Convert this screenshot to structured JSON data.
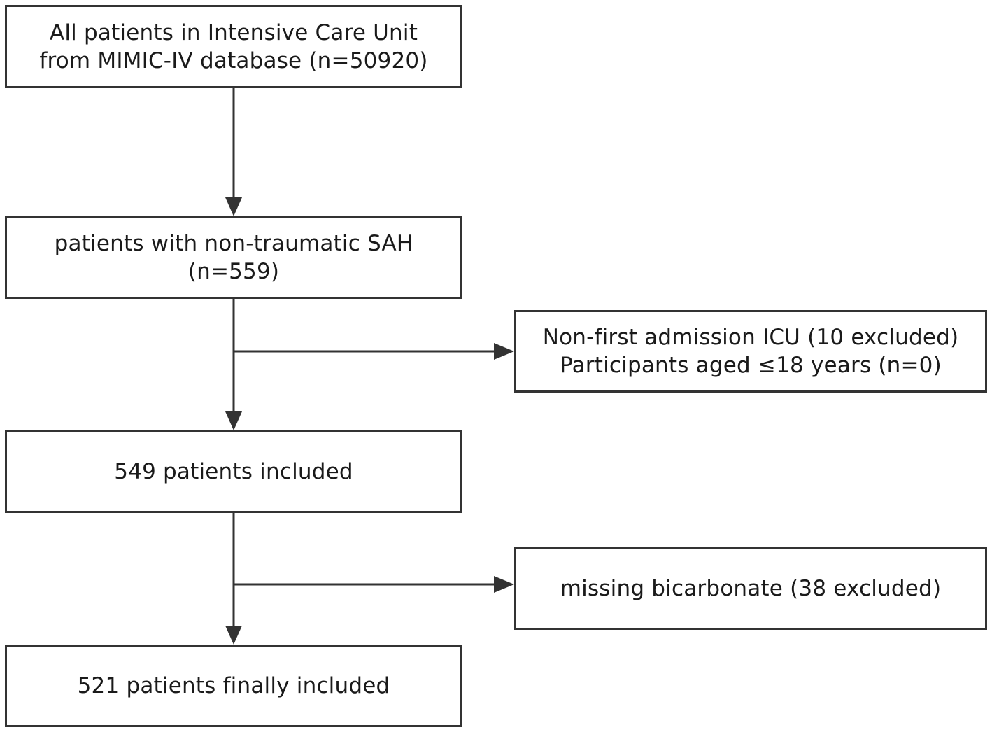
{
  "flowchart": {
    "nodes": {
      "all_patients": {
        "line1": "All patients in Intensive Care Unit",
        "line2": "from MIMIC-IV database (n=50920)"
      },
      "sah_patients": {
        "line1": "patients with non-traumatic SAH",
        "line2": "(n=559)"
      },
      "included_549": {
        "line1": "549 patients included"
      },
      "final_521": {
        "line1": "521 patients finally included"
      },
      "exclusion_1": {
        "line1": "Non-first admission ICU (10 excluded)",
        "line2": "Participants aged ≤18 years (n=0)"
      },
      "exclusion_2": {
        "line1": "missing bicarbonate (38 excluded)"
      }
    },
    "edges": [
      {
        "from": "all_patients",
        "to": "sah_patients"
      },
      {
        "from": "sah_patients",
        "to": "included_549"
      },
      {
        "from": "sah_patients",
        "to": "exclusion_1"
      },
      {
        "from": "included_549",
        "to": "final_521"
      },
      {
        "from": "included_549",
        "to": "exclusion_2"
      }
    ],
    "colors": {
      "border": "#333333",
      "text": "#1a1a1a",
      "background": "#ffffff"
    }
  }
}
